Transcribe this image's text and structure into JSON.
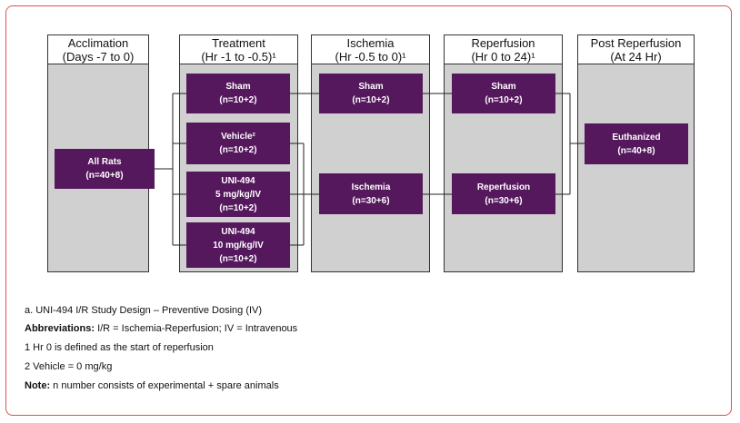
{
  "columns": [
    {
      "line1": "Acclimation",
      "line2": "(Days -7 to 0)"
    },
    {
      "line1": "Treatment",
      "line2": "(Hr -1 to -0.5)¹"
    },
    {
      "line1": "Ischemia",
      "line2": "(Hr -0.5 to 0)¹"
    },
    {
      "line1": "Reperfusion",
      "line2": "(Hr 0 to 24)¹"
    },
    {
      "line1": "Post Reperfusion",
      "line2": "(At 24 Hr)"
    }
  ],
  "boxes": {
    "all_rats": [
      "All Rats",
      "(n=40+8)"
    ],
    "treat_sham": [
      "Sham",
      "(n=10+2)"
    ],
    "treat_vehicle": [
      "Vehicle²",
      "(n=10+2)"
    ],
    "treat_uni5": [
      "UNI-494",
      "5 mg/kg/IV",
      "(n=10+2)"
    ],
    "treat_uni10": [
      "UNI-494",
      "10 mg/kg/IV",
      "(n=10+2)"
    ],
    "isch_sham": [
      "Sham",
      "(n=10+2)"
    ],
    "isch_ischemia": [
      "Ischemia",
      "(n=30+6)"
    ],
    "rep_sham": [
      "Sham",
      "(n=10+2)"
    ],
    "rep_reperfusion": [
      "Reperfusion",
      "(n=30+6)"
    ],
    "euthanized": [
      "Euthanized",
      "(n=40+8)"
    ]
  },
  "notes": {
    "caption": "a. UNI-494 I/R Study Design – Preventive Dosing (IV)",
    "abbrev_label": "Abbreviations:",
    "abbrev_text": " I/R = Ischemia-Reperfusion; IV = Intravenous",
    "footnote1": "1 Hr 0 is defined as the start of reperfusion",
    "footnote2": "2 Vehicle = 0 mg/kg",
    "note_label": "Note:",
    "note_text": " n number consists of experimental + spare animals"
  },
  "colors": {
    "box_fill": "#55185d",
    "column_fill": "#d0d0d0",
    "frame_border": "#d9534f"
  }
}
